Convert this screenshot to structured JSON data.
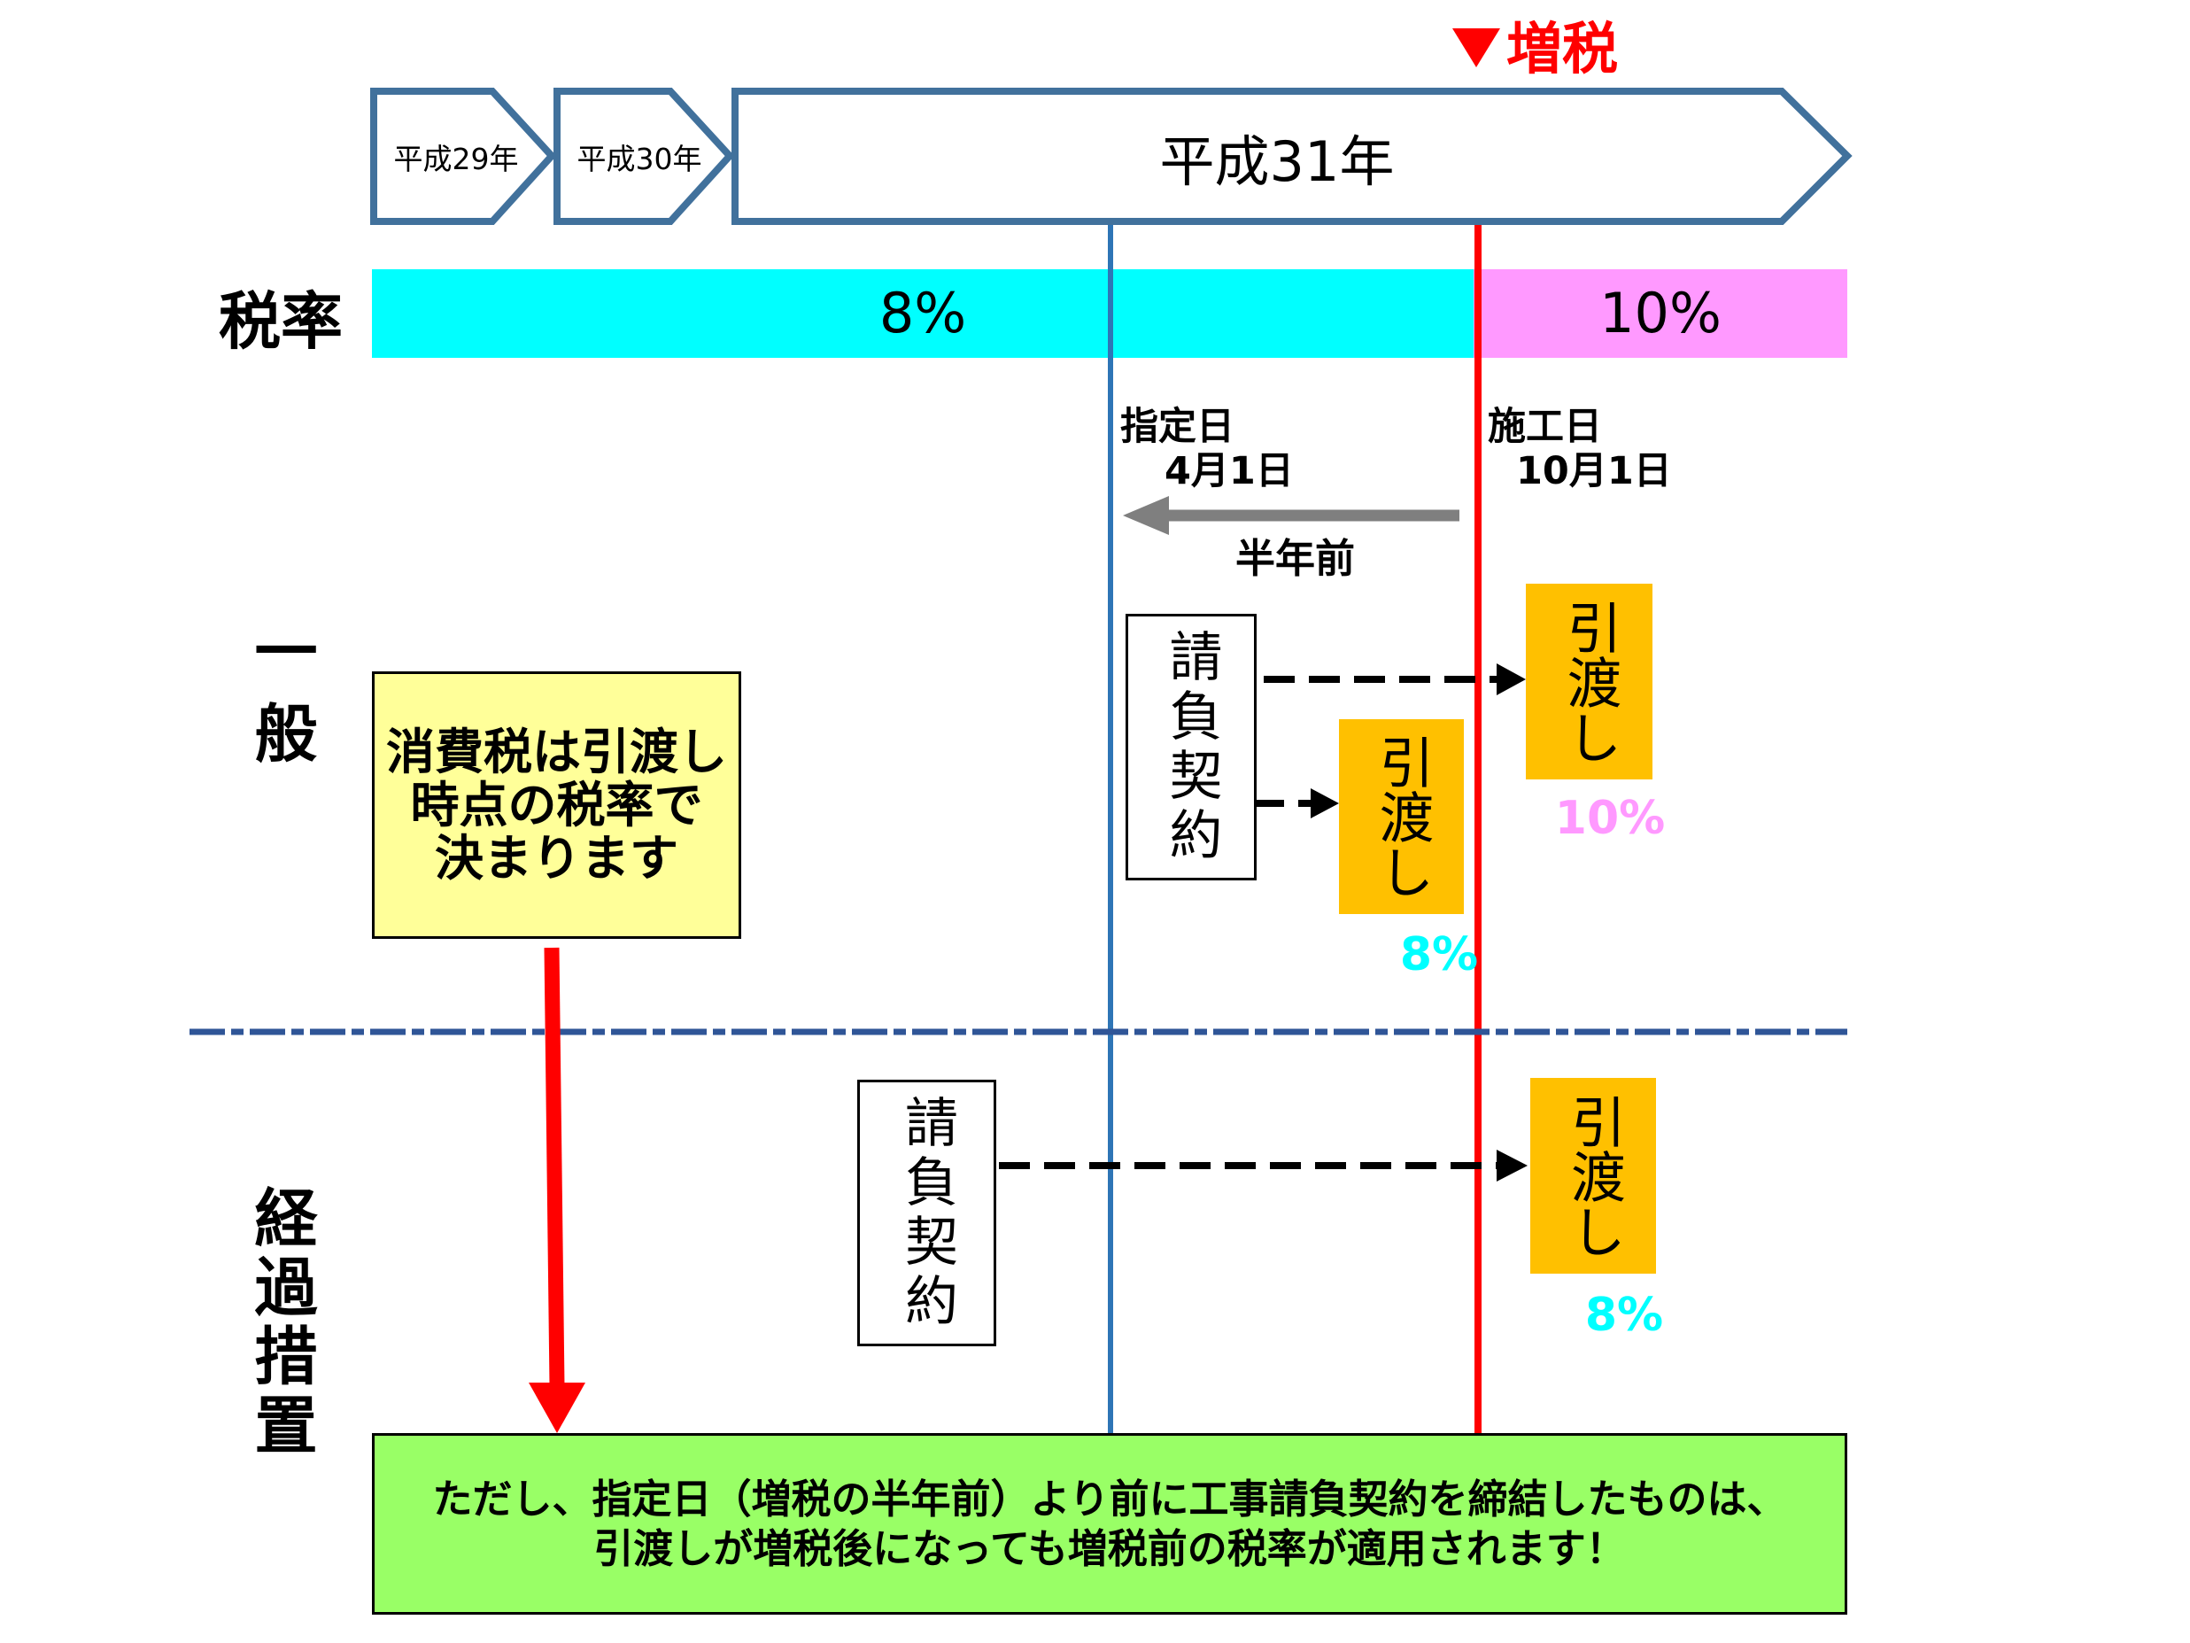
{
  "tax_increase_marker": {
    "icon": "down-triangle-icon",
    "label": "増税"
  },
  "timeline": [
    {
      "label": "平成29年"
    },
    {
      "label": "平成30年"
    },
    {
      "label": "平成31年"
    }
  ],
  "tax_rate": {
    "label": "税率",
    "before": "8%",
    "after": "10%"
  },
  "dates": {
    "designated": {
      "label": "指定日",
      "date": "4月1日"
    },
    "effective": {
      "label": "施工日",
      "date": "10月1日"
    },
    "gap_label": "半年前"
  },
  "general": {
    "label": "一般",
    "note_lines": [
      "消費税は引渡し",
      "時点の税率で",
      "決まります"
    ],
    "contract_label": "請負契約",
    "deliveries": [
      {
        "label": "引渡し",
        "rate": "10%"
      },
      {
        "label": "引渡し",
        "rate": "8%"
      }
    ]
  },
  "transitional": {
    "label": "経過措置",
    "contract_label": "請負契約",
    "delivery": {
      "label": "引渡し",
      "rate": "8%"
    }
  },
  "footnote": {
    "lines": [
      "ただし、指定日（増税の半年前）より前に工事請負契約を締結したものは、",
      "引渡しが増税後になっても増税前の税率が適用されます！"
    ]
  },
  "colors": {
    "accent_red": "#FF0000",
    "rate_before": "#00FFFF",
    "rate_after": "#FF99FF",
    "timeline_border": "#41719C",
    "designated_line": "#2E75B6",
    "gap_arrow": "#7F7F7F",
    "delivery_box": "#FFC000",
    "note_fill": "#FFFF99",
    "footnote_fill": "#99FF66",
    "separator": "#2F5597"
  }
}
